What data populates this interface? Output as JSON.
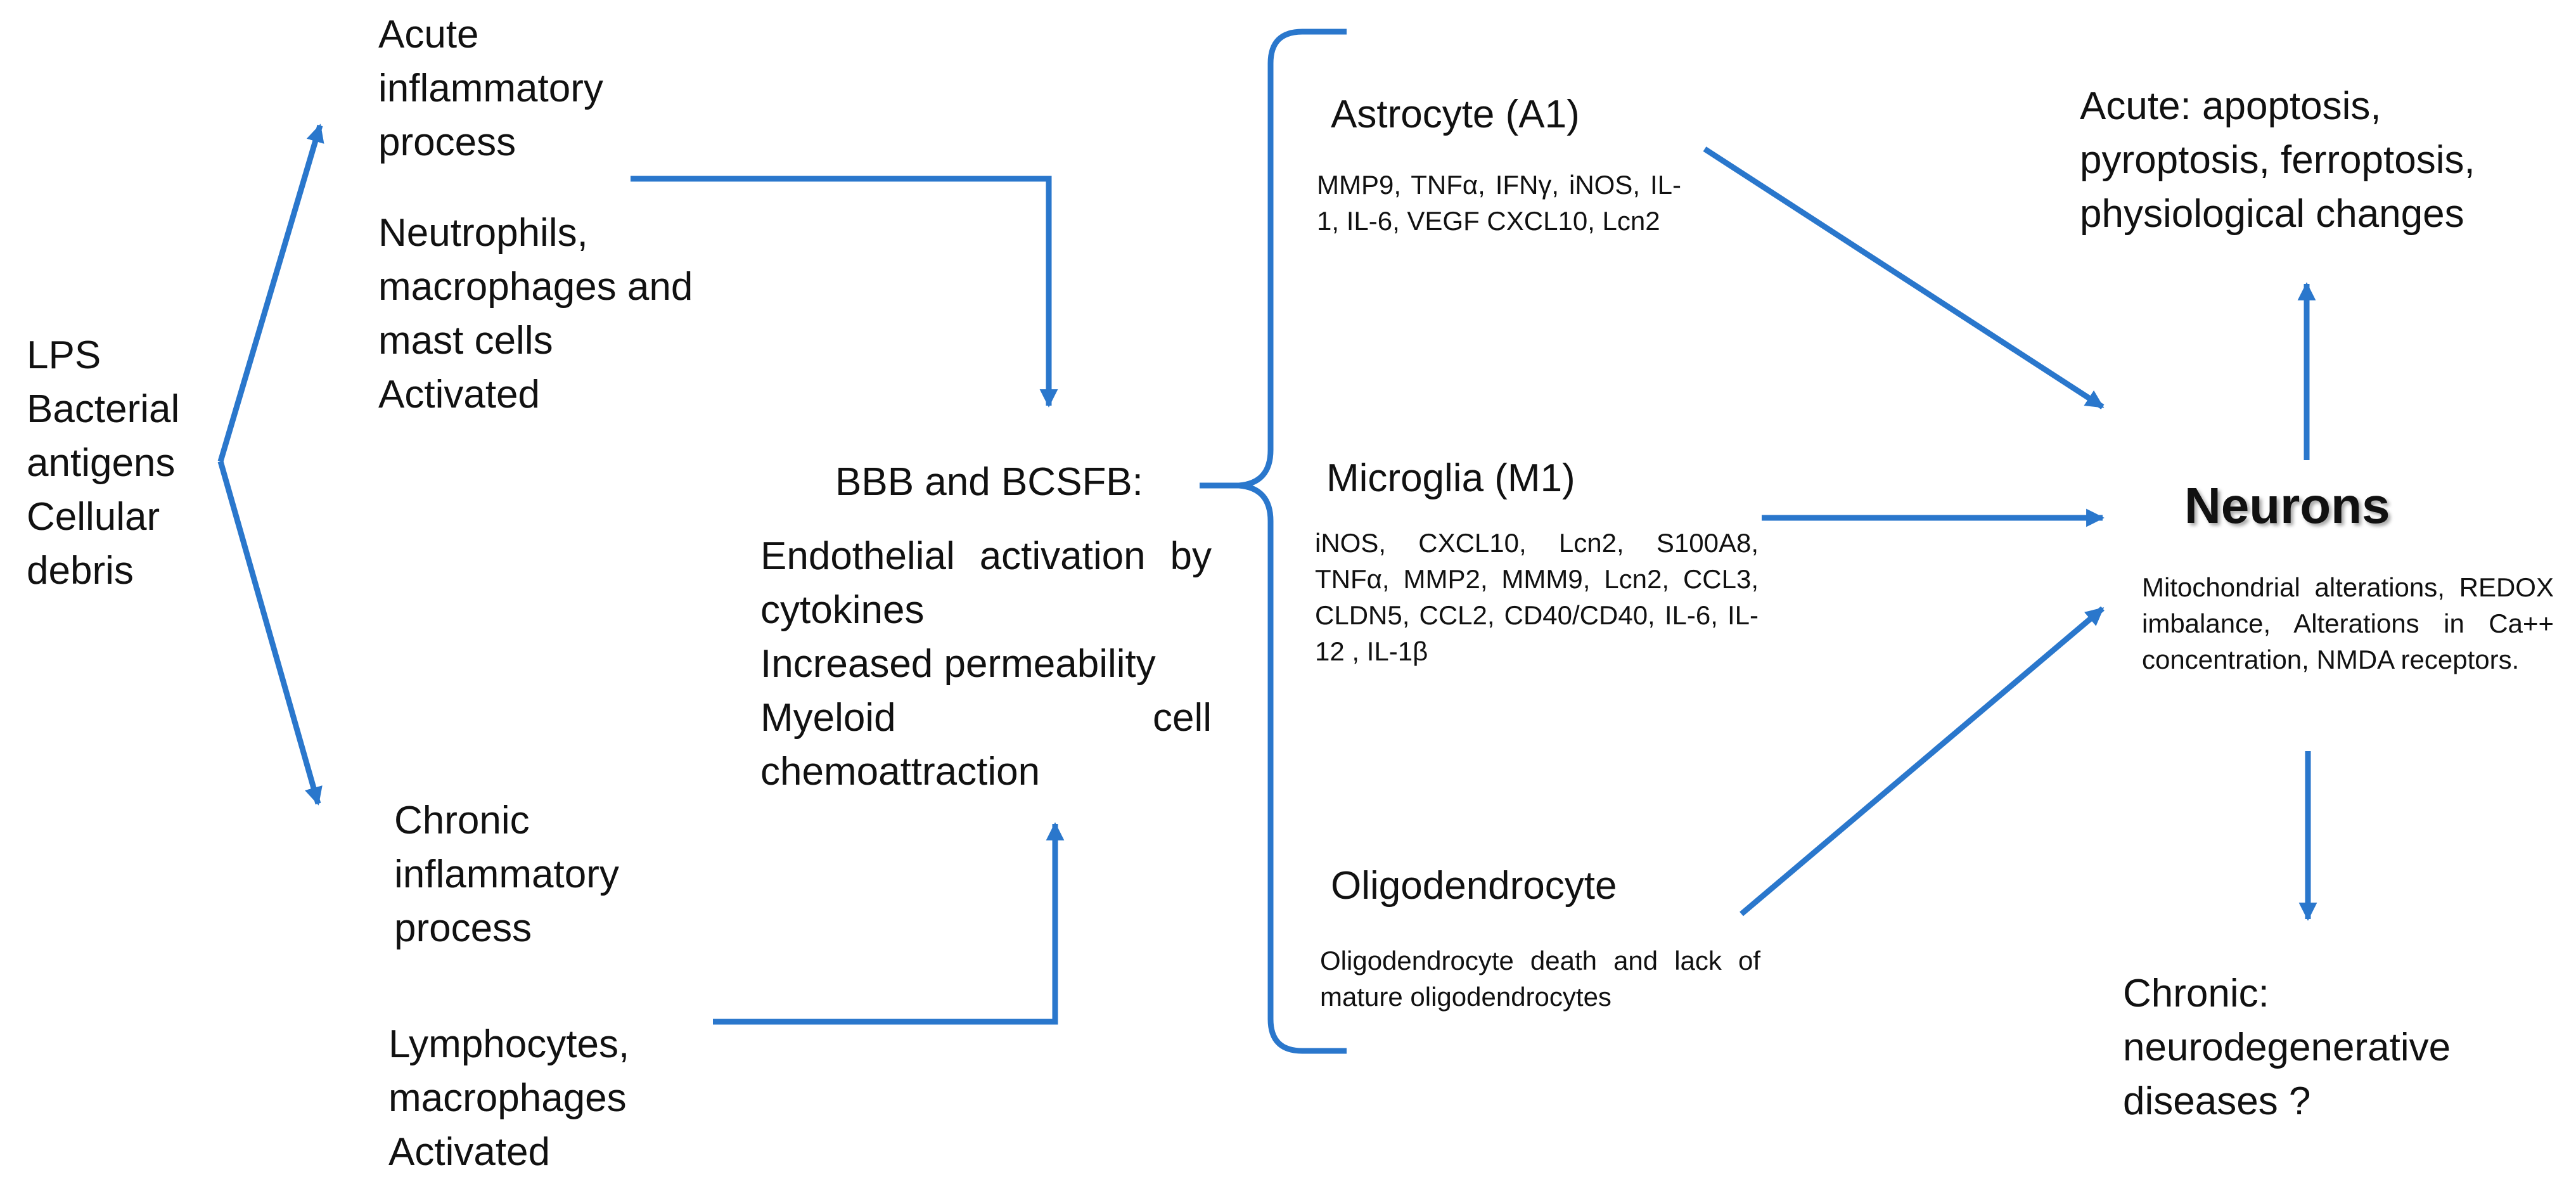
{
  "stimulus": [
    "LPS",
    "Bacterial",
    "antigens",
    "Cellular",
    "debris"
  ],
  "acute_process": {
    "title": [
      "Acute",
      "inflammatory",
      "process"
    ],
    "cells": [
      "Neutrophils,",
      "macrophages and",
      "mast cells",
      "Activated"
    ]
  },
  "chronic_process": {
    "title": [
      "Chronic",
      "inflammatory",
      "process"
    ],
    "cells": [
      "Lymphocytes,",
      "macrophages",
      "Activated"
    ]
  },
  "barrier": {
    "title": "BBB and BCSFB:",
    "effects": [
      "Endothelial activation by cytokines",
      "Increased permeability",
      "Myeloid cell chemoattraction"
    ]
  },
  "glia": {
    "astrocyte": {
      "title": "Astrocyte (A1)",
      "markers": "MMP9, TNFα, IFNγ, iNOS, IL-1, IL-6, VEGF CXCL10, Lcn2"
    },
    "microglia": {
      "title": "Microglia (M1)",
      "markers": "iNOS, CXCL10, Lcn2, S100A8, TNFα, MMP2, MMM9, Lcn2, CCL3, CLDN5, CCL2, CD40/CD40, IL-6, IL-12 , IL-1β"
    },
    "oligodendrocyte": {
      "title": "Oligodendrocyte",
      "markers": "Oligodendrocyte death and lack of mature oligodendrocytes"
    }
  },
  "neurons": {
    "title": "Neurons",
    "alterations": "Mitochondrial alterations, REDOX imbalance, Alterations in Ca++ concentration, NMDA receptors."
  },
  "outcomes": {
    "acute": [
      "Acute: apoptosis,",
      "pyroptosis, ferroptosis,",
      "physiological changes"
    ],
    "chronic": [
      "Chronic:",
      "neurodegenerative",
      "diseases ?"
    ]
  },
  "colors": {
    "arrow": "#2a77cc",
    "text": "#111111",
    "background": "#ffffff"
  }
}
